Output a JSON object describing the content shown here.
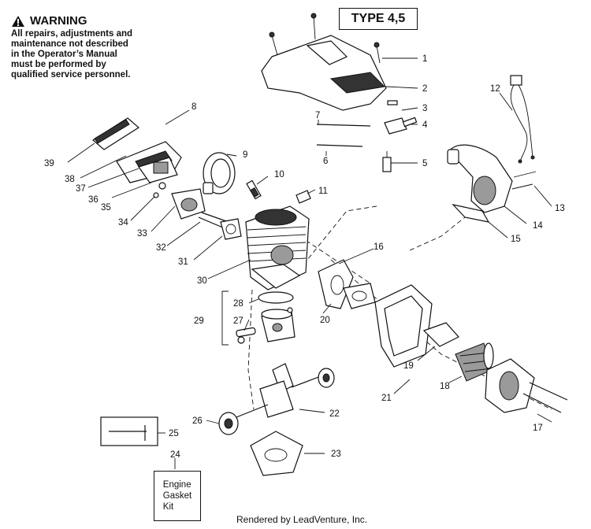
{
  "warning": {
    "title": "WARNING",
    "text": "All repairs, adjustments and maintenance not described in the Operator’s Manual must be performed by qualified service personnel."
  },
  "type_label": "TYPE 4,5",
  "kit": {
    "line1": "Engine",
    "line2": "Gasket",
    "line3": "Kit"
  },
  "footer": "Rendered by LeadVenture, Inc.",
  "callouts": [
    "1",
    "2",
    "3",
    "4",
    "5",
    "6",
    "7",
    "8",
    "9",
    "10",
    "11",
    "12",
    "13",
    "14",
    "15",
    "16",
    "17",
    "18",
    "19",
    "20",
    "21",
    "22",
    "23",
    "24",
    "25",
    "26",
    "27",
    "28",
    "29",
    "30",
    "31",
    "32",
    "33",
    "34",
    "35",
    "36",
    "37",
    "38",
    "39"
  ]
}
